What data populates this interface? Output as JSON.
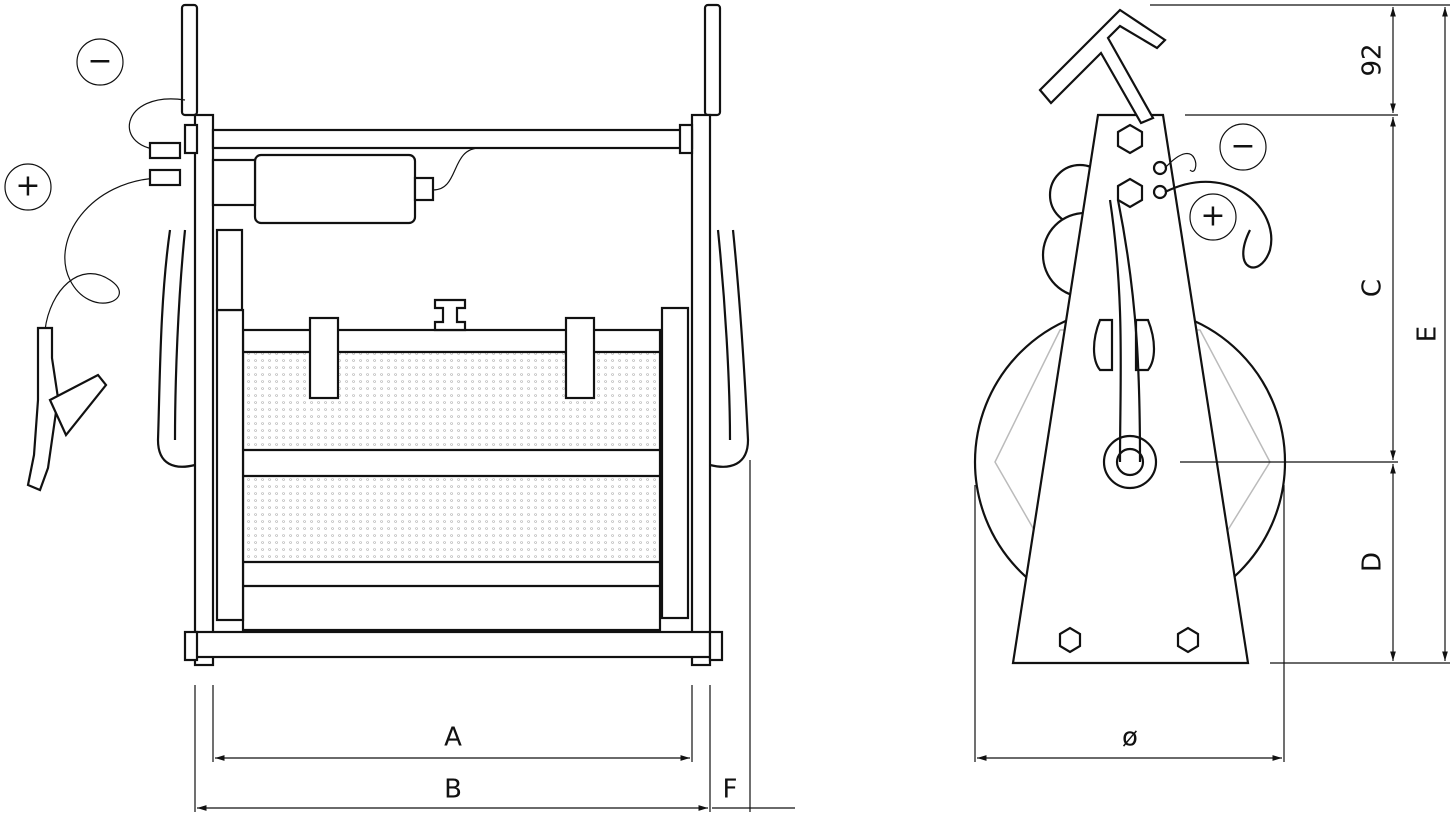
{
  "front_view": {
    "negative_symbol": "−",
    "positive_symbol": "+",
    "dimensions": {
      "a": "A",
      "b": "B",
      "f": "F"
    }
  },
  "side_view": {
    "negative_symbol": "−",
    "positive_symbol": "+",
    "dimensions": {
      "diameter": "ø",
      "top": "92",
      "c": "C",
      "d": "D",
      "e": "E"
    }
  }
}
